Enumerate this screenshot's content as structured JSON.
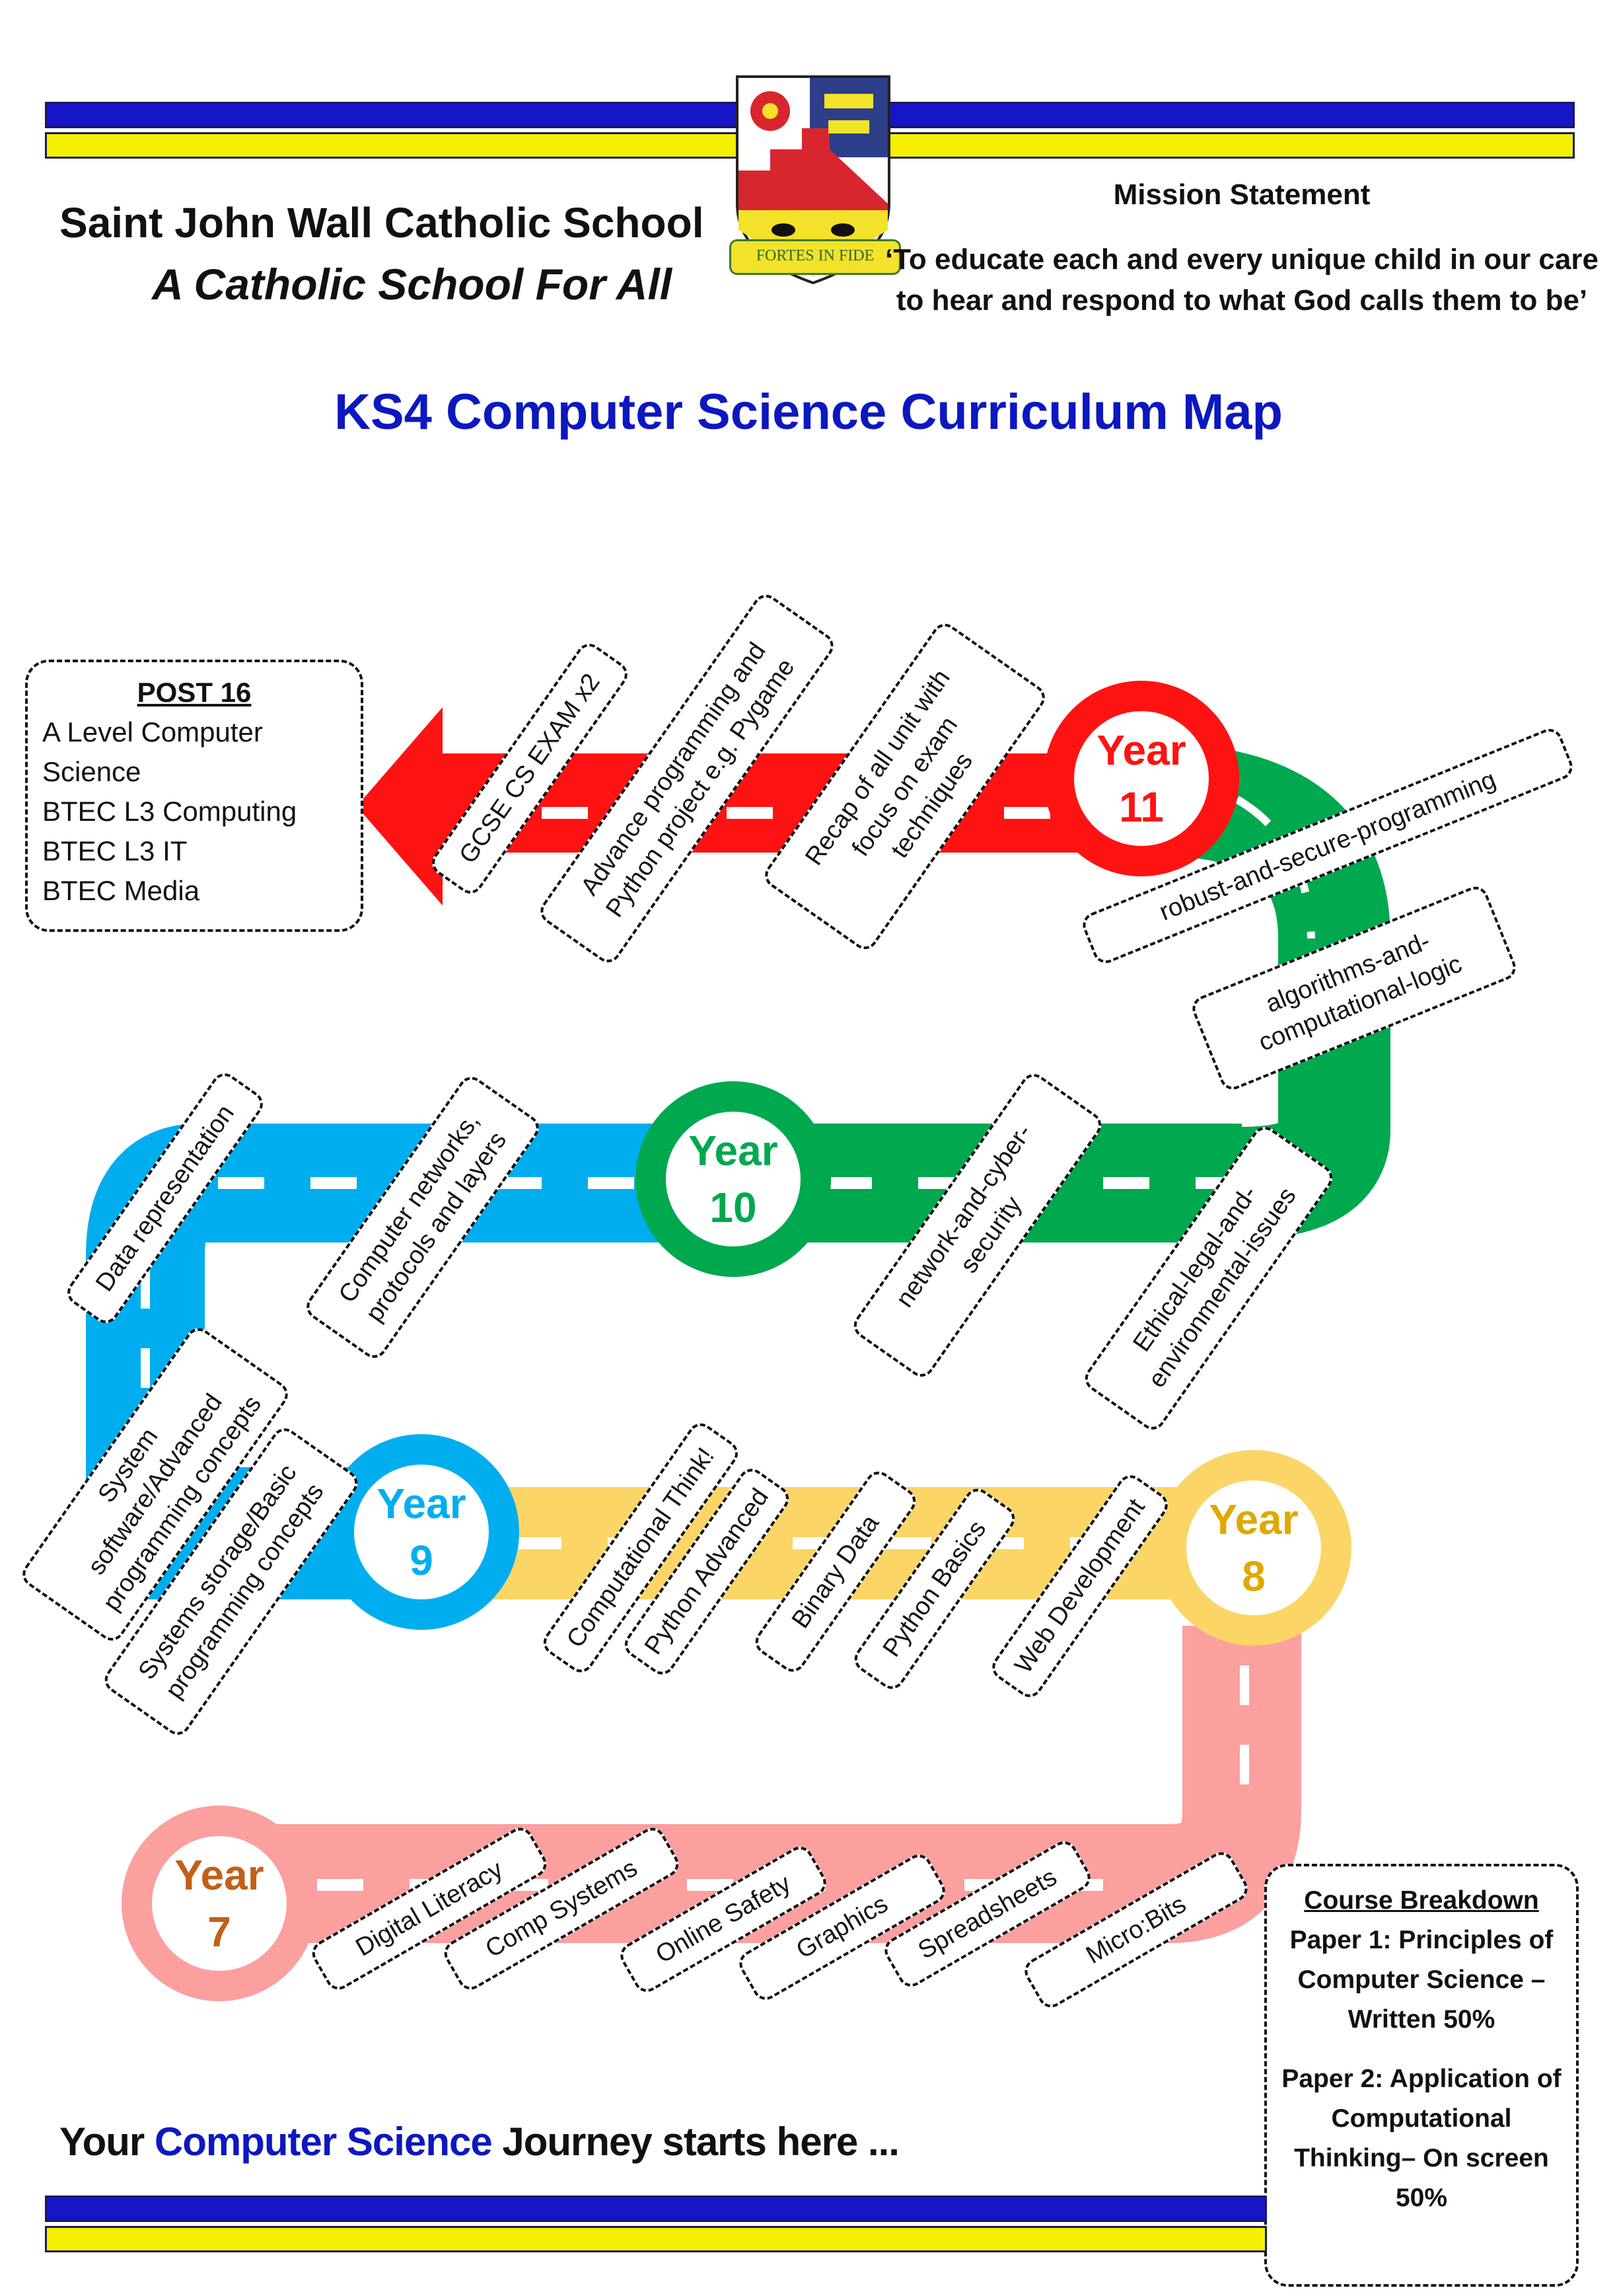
{
  "header": {
    "school_name": "Saint John Wall Catholic School",
    "tagline": "A Catholic School For All",
    "mission_title": "Mission Statement",
    "mission_text": "‘To educate each and every unique child in our care to hear and respond to what God calls them to be’",
    "crest_motto": "FORTES IN FIDE"
  },
  "title": "KS4 Computer Science Curriculum Map",
  "post16": {
    "title": "POST 16",
    "items": [
      "A Level Computer Science",
      "BTEC L3 Computing",
      "BTEC L3 IT",
      "BTEC Media"
    ]
  },
  "years": {
    "y7": {
      "word": "Year",
      "num": "7"
    },
    "y8": {
      "word": "Year",
      "num": "8"
    },
    "y9": {
      "word": "Year",
      "num": "9"
    },
    "y10": {
      "word": "Year",
      "num": "10"
    },
    "y11": {
      "word": "Year",
      "num": "11"
    }
  },
  "topics": {
    "y11_exam": "GCSE CS EXAM x2",
    "y11_python": "Advance programming and Python project e.g. Pygame",
    "y11_recap": "Recap of all unit with focus on exam techniques",
    "y11_robust": "robust-and-secure-programming",
    "y11_algorithms": "algorithms-and-computational-logic",
    "y10_data": "Data representation",
    "y10_networks": "Computer networks, protocols and layers",
    "y10_cyber": "network-and-cyber-security",
    "y10_ethical": "Ethical-legal-and-environmental-issues",
    "y9_system": "System software/Advanced programming concepts",
    "y9_storage": "Systems storage/Basic programming concepts",
    "y9_computational": "Computational Think!",
    "y9_python_adv": "Python Advanced",
    "y8_binary": "Binary Data",
    "y8_python_basics": "Python Basics",
    "y8_web": "Web Development",
    "y7_digital": "Digital Literacy",
    "y7_comp": "Comp Systems",
    "y7_safety": "Online Safety",
    "y7_graphics": "Graphics",
    "y7_spreadsheets": "Spreadsheets",
    "y7_microbits": "Micro:Bits"
  },
  "breakdown": {
    "title": "Course Breakdown",
    "paper1": "Paper 1: Principles of Computer Science – Written 50%",
    "paper2": "Paper 2: Application of Computational Thinking– On screen 50%"
  },
  "journey": {
    "prefix": "Your ",
    "highlight": "Computer Science",
    "suffix": " Journey starts here ..."
  },
  "colors": {
    "y7": "#fb9f9f",
    "y7_text": "#c0601a",
    "y8": "#fbd566",
    "y8_text": "#e0a800",
    "y9": "#00aeef",
    "y10": "#00a84f",
    "y11": "#ff1212",
    "title_blue": "#0c18c0",
    "band_blue": "#1616c8",
    "band_yellow": "#f4f000"
  }
}
